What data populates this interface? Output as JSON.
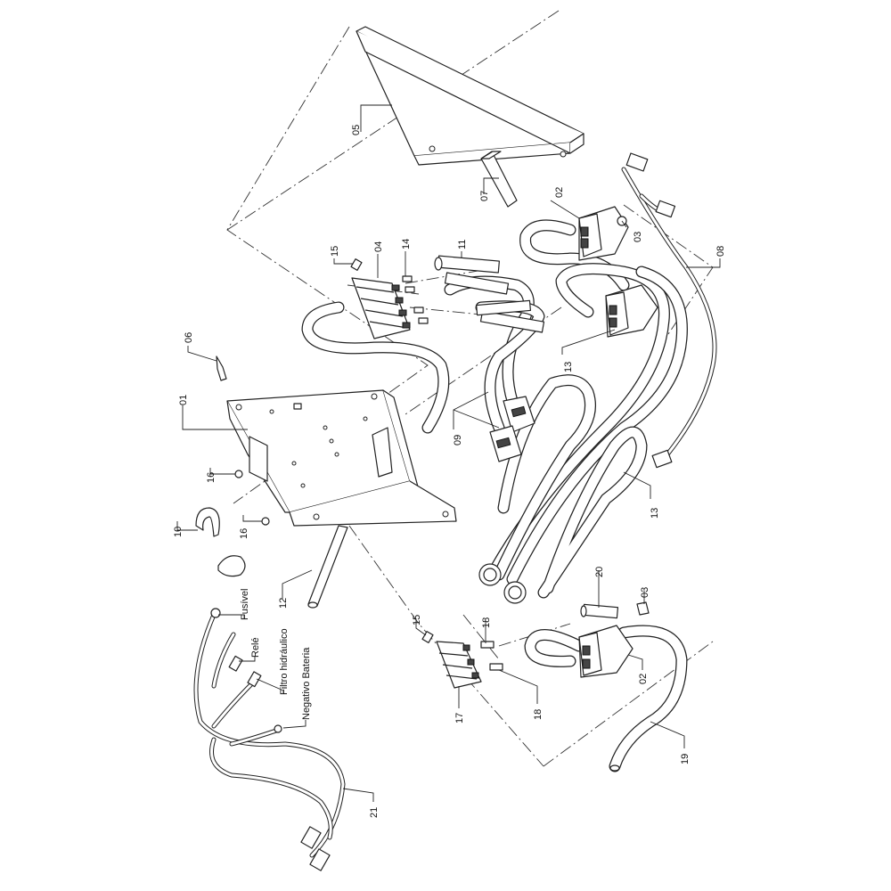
{
  "callouts": {
    "c01": "01",
    "c02a": "02",
    "c02b": "02",
    "c03a": "03",
    "c03b": "03",
    "c04": "04",
    "c05": "05",
    "c06": "06",
    "c07": "07",
    "c08": "08",
    "c09": "09",
    "c10": "10",
    "c11": "11",
    "c12": "12",
    "c13a": "13",
    "c13b": "13",
    "c14": "14",
    "c15a": "15",
    "c15b": "15",
    "c16a": "16",
    "c16b": "16",
    "c17": "17",
    "c18a": "18",
    "c18b": "18",
    "c19": "19",
    "c20": "20",
    "c21": "21"
  },
  "harness_labels": {
    "fusivel": "Fusível",
    "rele": "Relé",
    "filtro": "Filtro hidráulico",
    "negativo": "Negativo Bateria"
  }
}
